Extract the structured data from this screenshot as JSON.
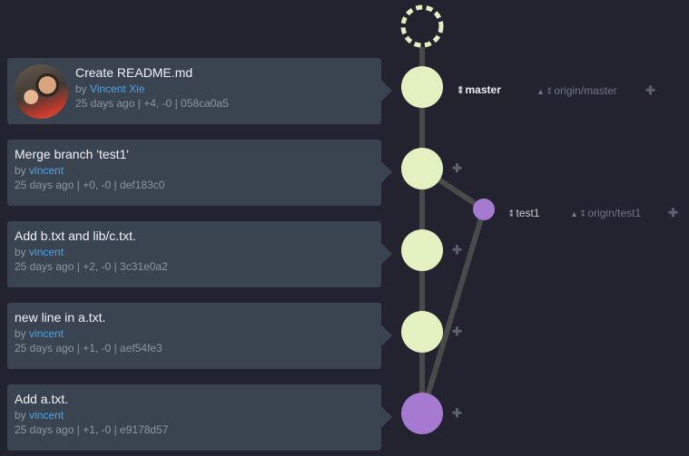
{
  "commits": [
    {
      "title": "Create README.md",
      "by": "by",
      "author": "Vincent Xie",
      "time": "25 days ago",
      "stats": "+4, -0",
      "hash": "058ca0a5"
    },
    {
      "title": "Merge branch 'test1'",
      "by": "by",
      "author": "vincent",
      "time": "25 days ago",
      "stats": "+0, -0",
      "hash": "def183c0"
    },
    {
      "title": "Add b.txt and lib/c.txt.",
      "by": "by",
      "author": "vincent",
      "time": "25 days ago",
      "stats": "+2, -0",
      "hash": "3c31e0a2"
    },
    {
      "title": "new line in a.txt.",
      "by": "by",
      "author": "vincent",
      "time": "25 days ago",
      "stats": "+1, -0",
      "hash": "aef54fe3"
    },
    {
      "title": "Add a.txt.",
      "by": "by",
      "author": "vincent",
      "time": "25 days ago",
      "stats": "+1, -0",
      "hash": "e9178d57"
    }
  ],
  "separator": "|",
  "refs": {
    "master": "master",
    "origin_master": "origin/master",
    "test1": "test1",
    "origin_test1": "origin/test1",
    "branch_symbol": "⁑",
    "remote_symbol": "▲",
    "add_symbol": "✚"
  },
  "colors": {
    "background": "#23232f",
    "card": "#3a4451",
    "node_main": "#e3f0c0",
    "node_branch": "#a57ad0",
    "edge": "#4a4a4a",
    "author_link": "#4fa3e3"
  }
}
